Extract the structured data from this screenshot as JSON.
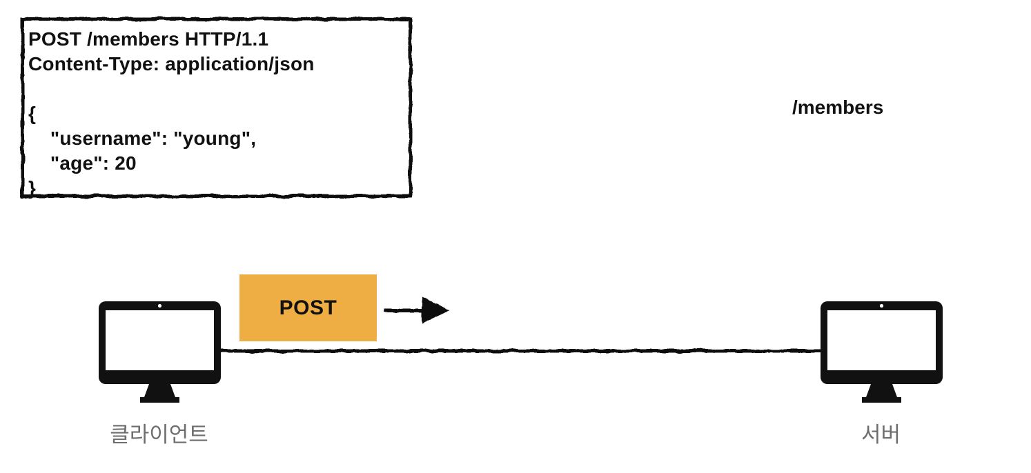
{
  "diagram": {
    "request_box": {
      "lines": [
        "POST /members HTTP/1.1",
        "Content-Type: application/json",
        "",
        "{",
        "    \"username\": \"young\",",
        "    \"age\": 20",
        "}"
      ]
    },
    "endpoint_label": "/members",
    "method_badge": "POST",
    "client_label": "클라이언트",
    "server_label": "서버"
  },
  "icons": {
    "client": "monitor-icon",
    "server": "monitor-icon",
    "flow": "right-arrow-icon"
  },
  "colors": {
    "background": "#FFFFFF",
    "ink": "#111111",
    "accent_orange": "#EEAE44",
    "label_gray": "#6E6E6E"
  }
}
